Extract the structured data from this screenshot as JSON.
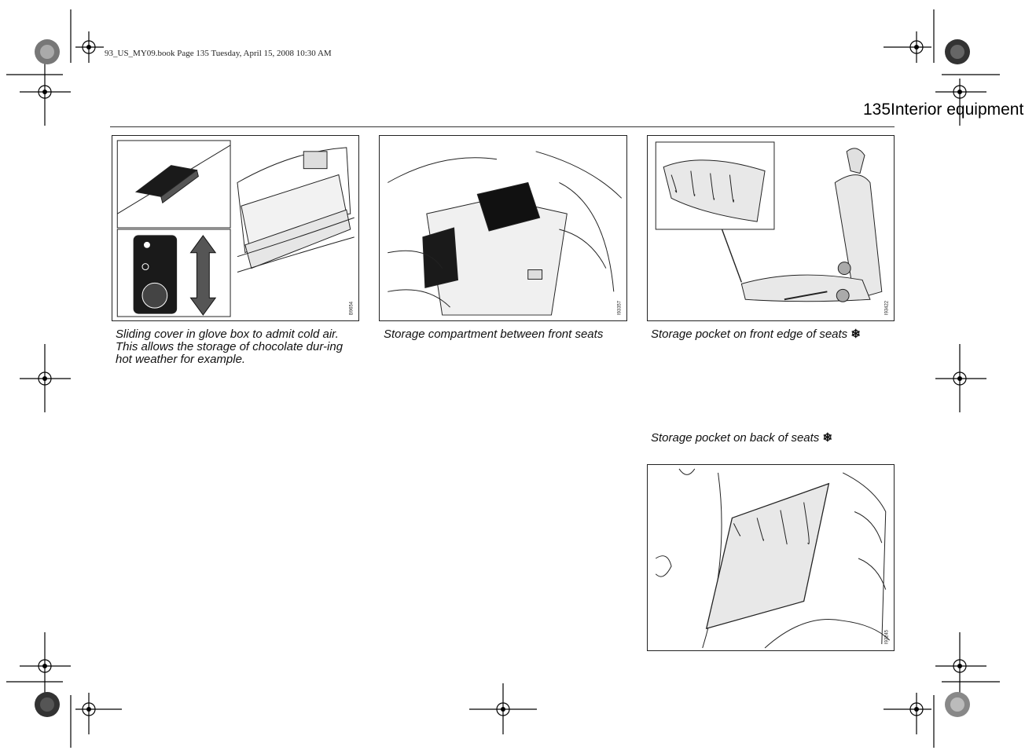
{
  "header": {
    "print_line": "93_US_MY09.book  Page 135  Tuesday, April 15, 2008  10:30 AM",
    "page_number": "135",
    "section_title": "Interior equipment"
  },
  "figures": [
    {
      "id": "glovebox",
      "code": "B9654",
      "caption_lines": [
        "Sliding cover in glove box to admit cold air.",
        "This allows the storage of chocolate dur-ing hot weather for example."
      ]
    },
    {
      "id": "console",
      "code": "I93357",
      "caption_lines": [
        "Storage compartment between front seats"
      ]
    },
    {
      "id": "seat-front",
      "code": "I93422",
      "caption_lines": [
        "Storage pocket on front edge of seats"
      ],
      "option_symbol": "❄"
    },
    {
      "id": "seat-back",
      "code": "I93245",
      "caption_lines": [
        "Storage pocket on back of seats"
      ],
      "option_symbol": "❄"
    }
  ],
  "colors": {
    "line": "#222222",
    "fill_light": "#e6e6e6",
    "fill_dark": "#1a1a1a"
  }
}
